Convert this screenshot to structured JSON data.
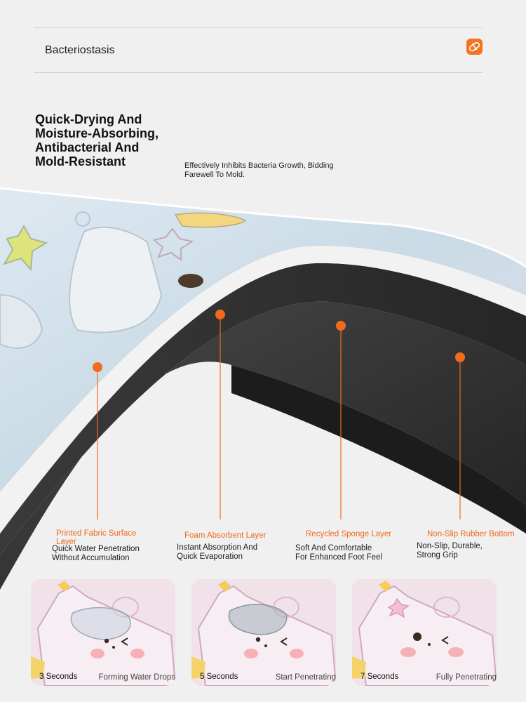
{
  "header": {
    "label": "Bacteriostasis",
    "icon": "pill-icon",
    "accent": "#f2741f"
  },
  "intro": {
    "headline": [
      "Quick-Drying And",
      "Moisture-Absorbing,",
      "Antibacterial And",
      "Mold-Resistant"
    ],
    "subtext": [
      "Effectively Inhibits Bacteria Growth, Bidding",
      "Farewell To Mold."
    ]
  },
  "layers": [
    {
      "title": [
        "Printed Fabric Surface",
        "Layer"
      ],
      "desc": [
        "Quick Water Penetration",
        "Without Accumulation"
      ]
    },
    {
      "title": [
        "Foam Absorbent Layer"
      ],
      "desc": [
        "Instant Absorption And",
        "Quick Evaporation"
      ]
    },
    {
      "title": [
        "Recycled Sponge Layer"
      ],
      "desc": [
        "Soft And Comfortable",
        "For Enhanced Foot Feel"
      ]
    },
    {
      "title": [
        "Non-Slip Rubber Bottom"
      ],
      "desc": [
        "Non-Slip, Durable,",
        "Strong Grip"
      ]
    }
  ],
  "stages": [
    {
      "time": "3 Seconds",
      "status": "Forming Water Drops"
    },
    {
      "time": "5 Seconds",
      "status": "Start Penetrating"
    },
    {
      "time": "7 Seconds",
      "status": "Fully Penetrating"
    }
  ],
  "colors": {
    "marker": "#f26a1b",
    "rubber": "#2b2b2b",
    "fabric": "#cfe0ea"
  }
}
